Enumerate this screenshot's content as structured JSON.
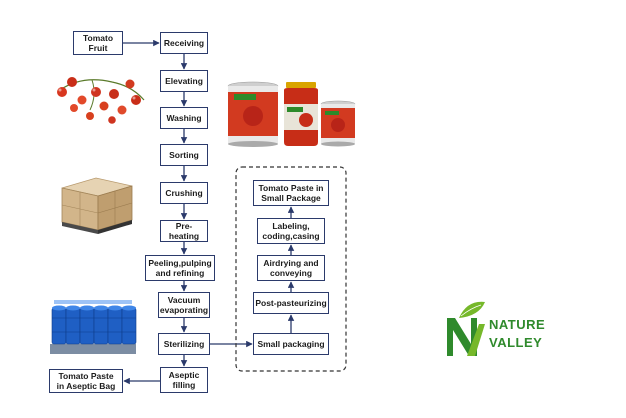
{
  "diagram": {
    "input": "Tomato\nFruit",
    "main_steps": [
      "Receiving",
      "Elevating",
      "Washing",
      "Sorting",
      "Crushing",
      "Pre-heating",
      "Peeling,pulping\nand refining",
      "Vacuum\nevaporating",
      "Sterilizing",
      "Aseptic\nfilling"
    ],
    "aseptic_output": "Tomato Paste\nin Aseptic Bag",
    "small_package_steps": [
      "Small packaging",
      "Post-pasteurizing",
      "Airdrying and\nconveying",
      "Labeling,\ncoding,casing",
      "Tomato Paste in\nSmall Package"
    ]
  },
  "logo": {
    "line1": "NATURE",
    "line2": "VALLEY",
    "color": "#2f8a2c"
  },
  "colors": {
    "box_border": "#2b3a6b",
    "arrow": "#2b3a6b"
  }
}
